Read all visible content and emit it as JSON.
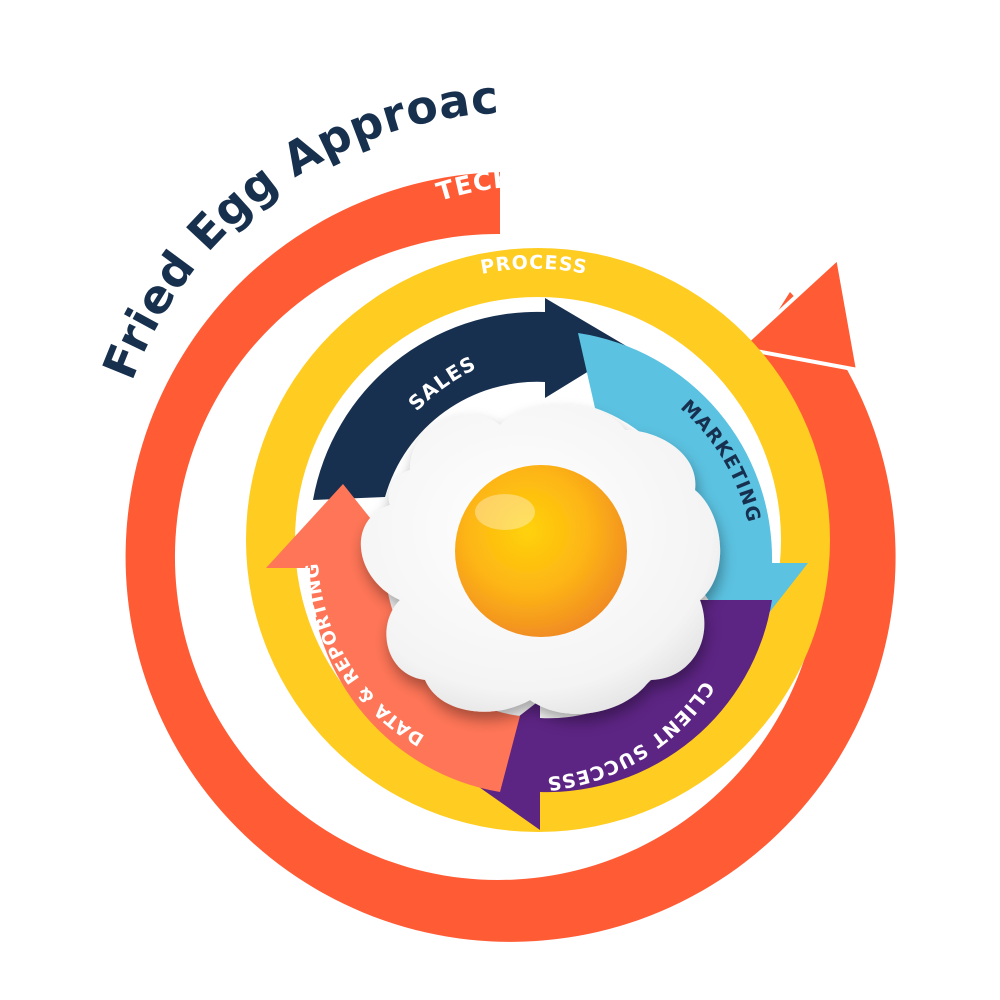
{
  "title": "Fried Egg Approach",
  "rings": {
    "outer": {
      "label": "TECHNOLOGY",
      "color": "#FF5B35"
    },
    "middle": {
      "label": "PROCESS",
      "color": "#FFCC21"
    }
  },
  "cycle": {
    "segments": [
      {
        "label": "SALES",
        "color": "#18304F"
      },
      {
        "label": "MARKETING",
        "color": "#5BC2E1"
      },
      {
        "label": "CLIENT SUCCESS",
        "color": "#5C2483"
      },
      {
        "label": "DATA & REPORTING",
        "color": "#FF7557"
      }
    ]
  },
  "colors": {
    "title": "#17304E",
    "yolk": "#F6A814",
    "white": "#F4F4F4"
  }
}
